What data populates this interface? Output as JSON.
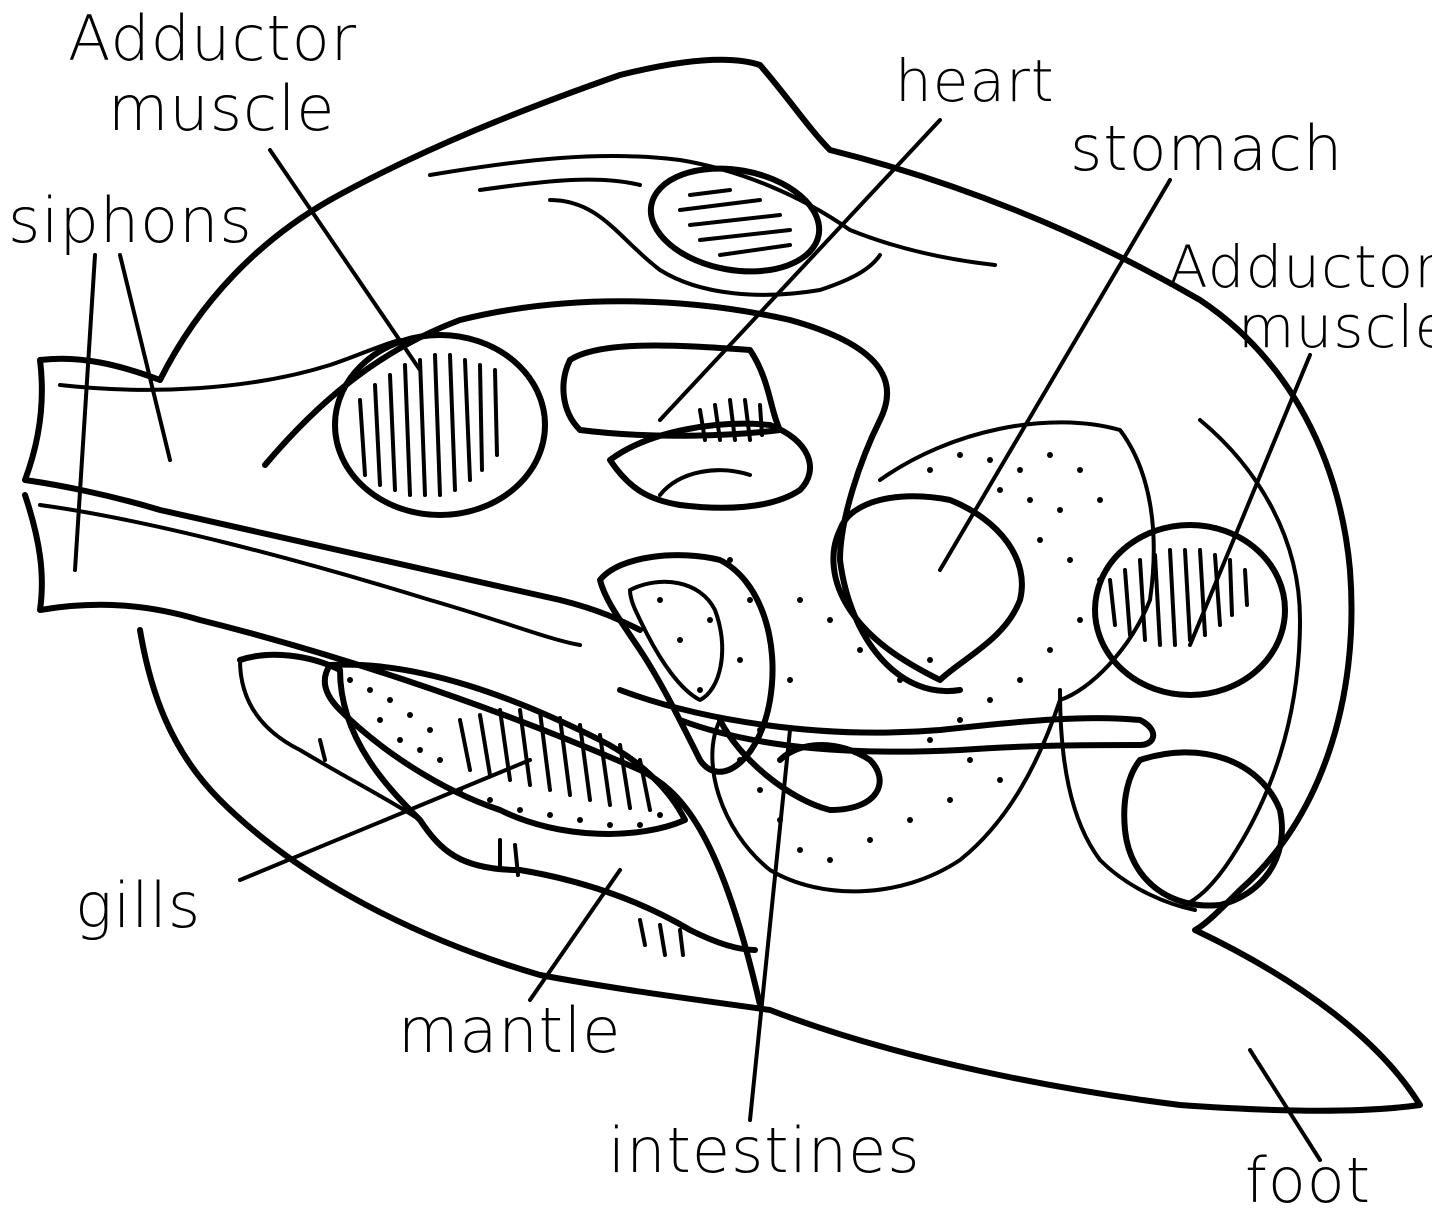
{
  "labels": {
    "adductor_muscle_left": "Adductor\nmuscle",
    "adductor_left_line1": "Adductor",
    "adductor_left_line2": "muscle",
    "heart": "heart",
    "stomach": "stomach",
    "siphons": "siphons",
    "adductor_right_line1": "Adductor",
    "adductor_right_line2": "muscle",
    "gills": "gills",
    "mantle": "mantle",
    "intestines": "intestines",
    "foot": "foot"
  },
  "colors": {
    "ink": "#000000",
    "paper": "#ffffff"
  }
}
